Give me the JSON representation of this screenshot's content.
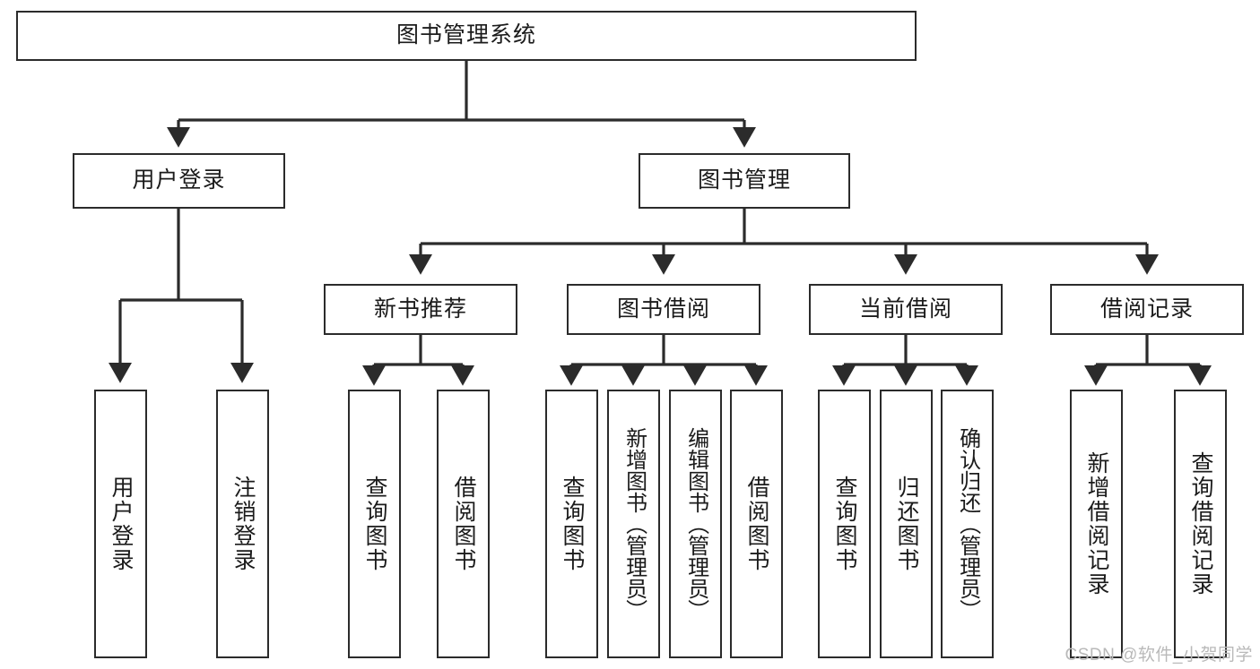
{
  "diagram": {
    "title": "图书管理系统",
    "type": "hierarchy-tree",
    "watermark": "CSDN @软件_小贺同学",
    "stroke_color": "#2b2b2b",
    "fill_color": "#ffffff",
    "text_color": "#1b1b1b",
    "watermark_color": "#b9b9b9"
  },
  "nodes": {
    "root": {
      "label": "图书管理系统",
      "level": 0
    },
    "level1": [
      {
        "id": "user-login",
        "label": "用户登录"
      },
      {
        "id": "book-manage",
        "label": "图书管理"
      }
    ],
    "level2": [
      {
        "id": "new-book-recommend",
        "label": "新书推荐",
        "parent": "book-manage"
      },
      {
        "id": "book-borrow",
        "label": "图书借阅",
        "parent": "book-manage"
      },
      {
        "id": "current-borrow",
        "label": "当前借阅",
        "parent": "book-manage"
      },
      {
        "id": "borrow-record",
        "label": "借阅记录",
        "parent": "book-manage"
      }
    ],
    "leaves": [
      {
        "id": "leaf-user-login",
        "label": "用户登录",
        "parent": "user-login"
      },
      {
        "id": "leaf-user-logout",
        "label": "注销登录",
        "parent": "user-login"
      },
      {
        "id": "leaf-query-book-1",
        "label": "查询图书",
        "parent": "new-book-recommend"
      },
      {
        "id": "leaf-borrow-book-1",
        "label": "借阅图书",
        "parent": "new-book-recommend"
      },
      {
        "id": "leaf-query-book-2",
        "label": "查询图书",
        "parent": "book-borrow"
      },
      {
        "id": "leaf-add-book",
        "label": "新增图书（管理员）",
        "parent": "book-borrow"
      },
      {
        "id": "leaf-edit-book",
        "label": "编辑图书（管理员）",
        "parent": "book-borrow"
      },
      {
        "id": "leaf-borrow-book-2",
        "label": "借阅图书",
        "parent": "book-borrow"
      },
      {
        "id": "leaf-query-book-3",
        "label": "查询图书",
        "parent": "current-borrow"
      },
      {
        "id": "leaf-return-book",
        "label": "归还图书",
        "parent": "current-borrow"
      },
      {
        "id": "leaf-confirm-return",
        "label": "确认归还（管理员）",
        "parent": "current-borrow"
      },
      {
        "id": "leaf-add-record",
        "label": "新增借阅记录",
        "parent": "borrow-record"
      },
      {
        "id": "leaf-query-record",
        "label": "查询借阅记录",
        "parent": "borrow-record"
      }
    ]
  }
}
